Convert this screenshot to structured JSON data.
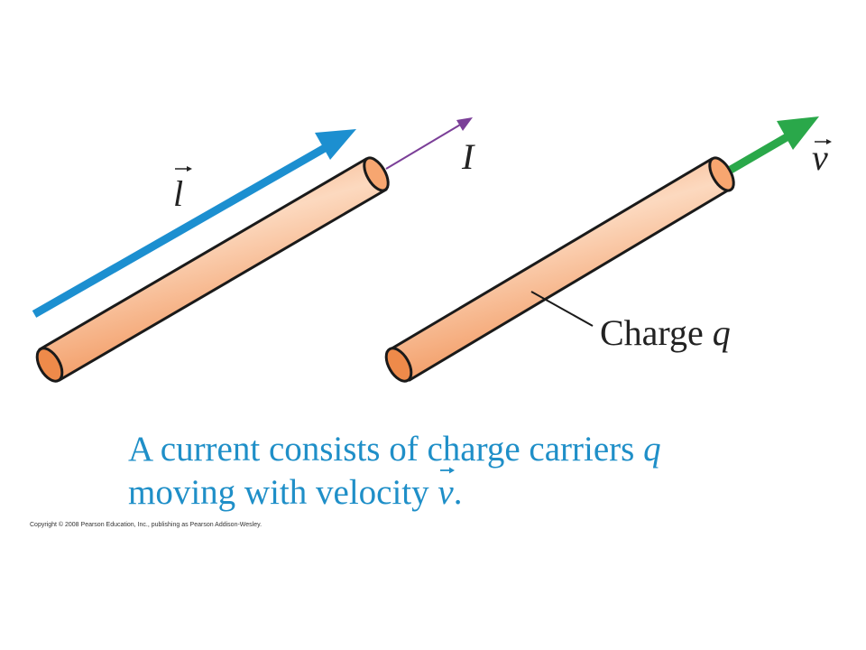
{
  "labels": {
    "l_vector": "l",
    "current": "I",
    "v_vector": "v",
    "charge_prefix": "Charge",
    "charge_var": "q"
  },
  "caption": {
    "line1_text": "A current consists of charge carriers",
    "line1_var": "q",
    "line2_text": "moving with velocity",
    "line2_var": "v",
    "line2_end": "."
  },
  "copyright": "Copyright © 2008 Pearson Education, Inc., publishing as Pearson Addison-Wesley.",
  "colors": {
    "rod_body": "#f7a670",
    "rod_highlight": "#fcd9bf",
    "rod_outline": "#1a1a1a",
    "rod_end": "#ee8a4a",
    "l_arrow": "#1c8fd0",
    "current_arrow": "#7b3f98",
    "velocity_arrow": "#2aa84a",
    "caption": "#1f8fc8",
    "label_text": "#222222"
  }
}
